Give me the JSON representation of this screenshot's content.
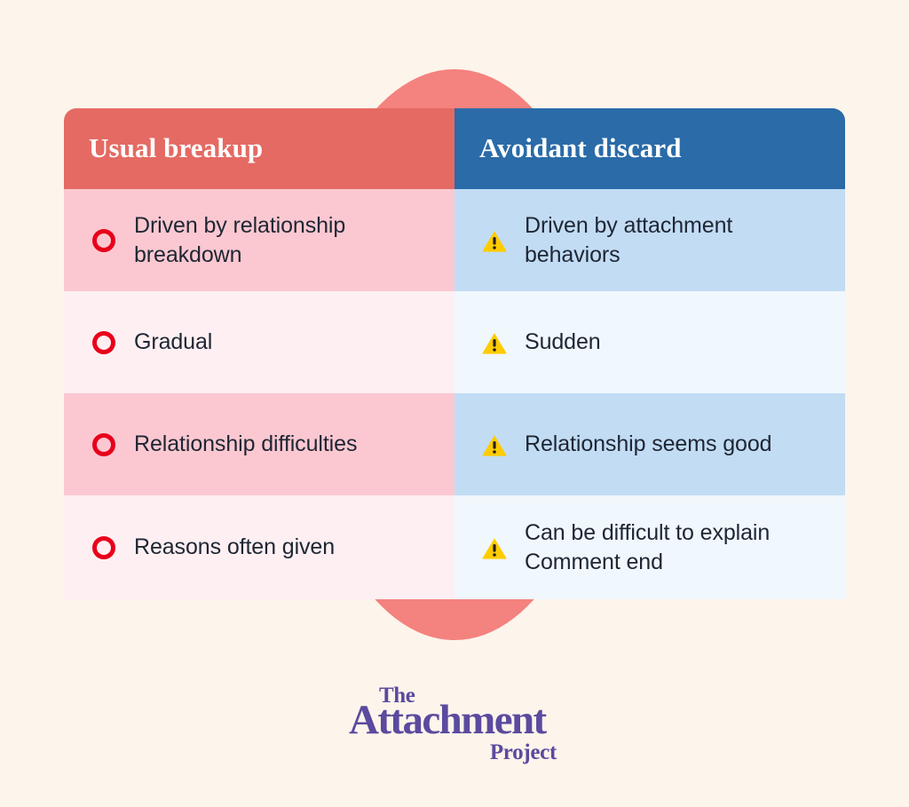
{
  "page": {
    "background_color": "#FDF4EB",
    "decoration": {
      "shape_name": "background-circle",
      "color": "#F4827E"
    }
  },
  "table": {
    "columns": [
      {
        "key": "usual",
        "header": "Usual breakup",
        "header_bg": "#E46A63",
        "header_text_color": "#FFFFFF",
        "row_bg_dark": "#FBC8D1",
        "row_bg_light": "#FDEFF2",
        "icon": "red-circle-icon",
        "icon_color": "#E8001B"
      },
      {
        "key": "avoidant",
        "header": "Avoidant discard",
        "header_bg": "#2A6BA8",
        "header_text_color": "#FFFFFF",
        "row_bg_dark": "#C2DCF4",
        "row_bg_light": "#F0F7FD",
        "icon": "warning-triangle-icon",
        "icon_color": "#FFCC00"
      }
    ],
    "rows": [
      {
        "usual": "Driven by relationship breakdown",
        "avoidant": "Driven by attachment behaviors"
      },
      {
        "usual": "Gradual",
        "avoidant": "Sudden"
      },
      {
        "usual": "Relationship difficulties",
        "avoidant": "Relationship seems good"
      },
      {
        "usual": "Reasons often given",
        "avoidant": "Can be difficult to explain Comment end"
      }
    ]
  },
  "logo": {
    "line_top": "The",
    "line_main": "Attachment",
    "line_bottom": "Project",
    "color": "#5B4A9E"
  }
}
